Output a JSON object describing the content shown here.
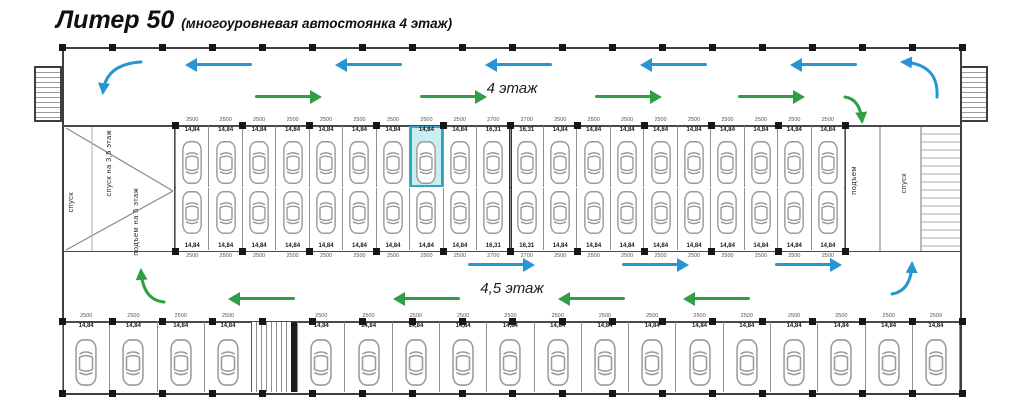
{
  "title": {
    "main": "Литер 50",
    "sub": "(многоуровневая автостоянка 4 этаж)"
  },
  "floors": {
    "top_label": "4 этаж",
    "middle_label": "4,5 этаж"
  },
  "ramps": {
    "left_descend_35": "спуск на 3,5 этаж",
    "left_descend": "спуск",
    "left_ascend_5": "подъем на 5 этаж",
    "right_ascend": "подъем",
    "right_descend": "спуск"
  },
  "colors": {
    "arrow_blue": "#2596d1",
    "arrow_green": "#2f9e44",
    "highlight_fill": "#c9edf2",
    "highlight_border": "#2fa7bc",
    "wall": "#3f3f3f",
    "stall_line": "#8f8f8f",
    "car_line": "#9a9a9a"
  },
  "stalls": {
    "dim_default": "2500",
    "dim_wide": "2700",
    "area_default": "14,84",
    "area_wide": "16,31",
    "middle_top": [
      "14,84",
      "14,84",
      "14,84",
      "14,84",
      "14,84",
      "14,84",
      "14,84",
      "14,84",
      "14,84",
      "16,31",
      "16,31",
      "14,84",
      "14,84",
      "14,84",
      "14,84",
      "14,84",
      "14,84",
      "14,84",
      "14,84",
      "14,84"
    ],
    "middle_bottom": [
      "14,84",
      "14,84",
      "14,84",
      "14,84",
      "14,84",
      "14,84",
      "14,84",
      "14,84",
      "14,84",
      "16,31",
      "16,31",
      "14,84",
      "14,84",
      "14,84",
      "14,84",
      "14,84",
      "14,84",
      "14,84",
      "14,84",
      "14,84"
    ],
    "bottom_left": [
      "14,84",
      "14,84",
      "14,84",
      "14,84"
    ],
    "bottom_right": [
      "14,84",
      "14,84",
      "14,84",
      "14,84",
      "14,84",
      "14,84",
      "14,84",
      "14,84",
      "14,84",
      "14,84",
      "14,84",
      "14,84",
      "14,84",
      "14,84"
    ],
    "highlight": {
      "row": "middle_top",
      "index": 7
    }
  }
}
